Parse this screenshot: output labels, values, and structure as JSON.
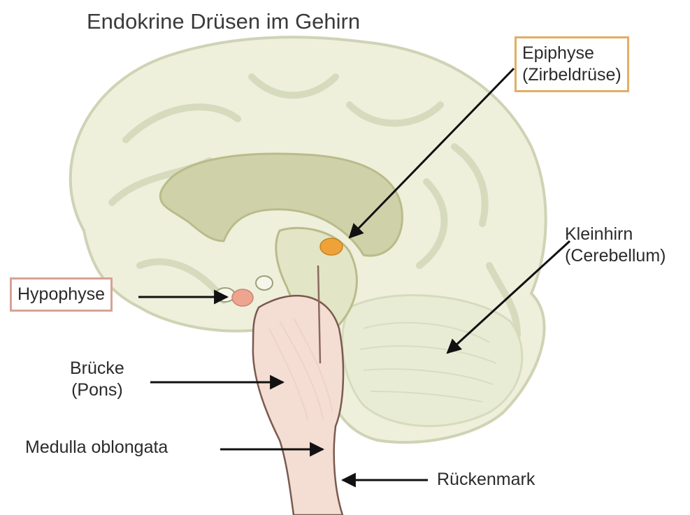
{
  "title": "Endokrine Drüsen im Gehirn",
  "labels": {
    "epiphyse_line1": "Epiphyse",
    "epiphyse_line2": "(Zirbeldrüse)",
    "kleinhirn_line1": "Kleinhirn",
    "kleinhirn_line2": "(Cerebellum)",
    "hypophyse": "Hypophyse",
    "bruecke_line1": "Brücke",
    "bruecke_line2": "(Pons)",
    "medulla": "Medulla oblongata",
    "rueckenmark": "Rückenmark"
  },
  "colors": {
    "cerebrum_fill": "#eef0dc",
    "cerebrum_outline": "#cfd3b4",
    "corpus_callosum": "#b9bc8a",
    "brainstem_fill": "#f4ddd2",
    "pineal_gland": "#f0a23a",
    "pituitary_gland": "#eea590",
    "epiphyse_box_border": "#e3ae63",
    "hypophyse_box_border": "#d9a196",
    "arrow": "#111111"
  }
}
